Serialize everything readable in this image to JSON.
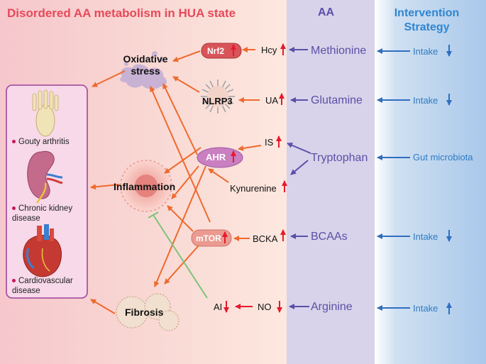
{
  "headers": {
    "disordered": "Disordered AA metabolism in HUA state",
    "aa": "AA",
    "intervention": "Intervention Strategy"
  },
  "amino_acids": [
    "Methionine",
    "Glutamine",
    "Tryptophan",
    "BCAAs",
    "Arginine"
  ],
  "interventions": [
    "Intake",
    "Intake",
    "Gut microbiota",
    "Intake",
    "Intake"
  ],
  "metabolites": {
    "hcy": "Hcy",
    "ua": "UA",
    "is": "IS",
    "kynurenine": "Kynurenine",
    "bcka": "BCKA",
    "no": "NO",
    "ai": "AI"
  },
  "mediators": {
    "nrf2": "Nrf2",
    "nlrp3": "NLRP3",
    "ahr": "AHR",
    "mtor": "mTOR"
  },
  "outcomes": {
    "oxidative_stress": "Oxidative stress",
    "inflammation": "Inflammation",
    "fibrosis": "Fibrosis"
  },
  "diseases": [
    "Gouty arthritis",
    "Chronic kidney disease",
    "Cardiovascular disease"
  ],
  "colors": {
    "header_red": "#e8495a",
    "aa_purple": "#5b4fa6",
    "intervention_blue": "#2f7cc4",
    "up_arrow_red": "#e8192c",
    "orange_arrow": "#ef6a2d",
    "inhibit_green": "#7cc47a"
  }
}
